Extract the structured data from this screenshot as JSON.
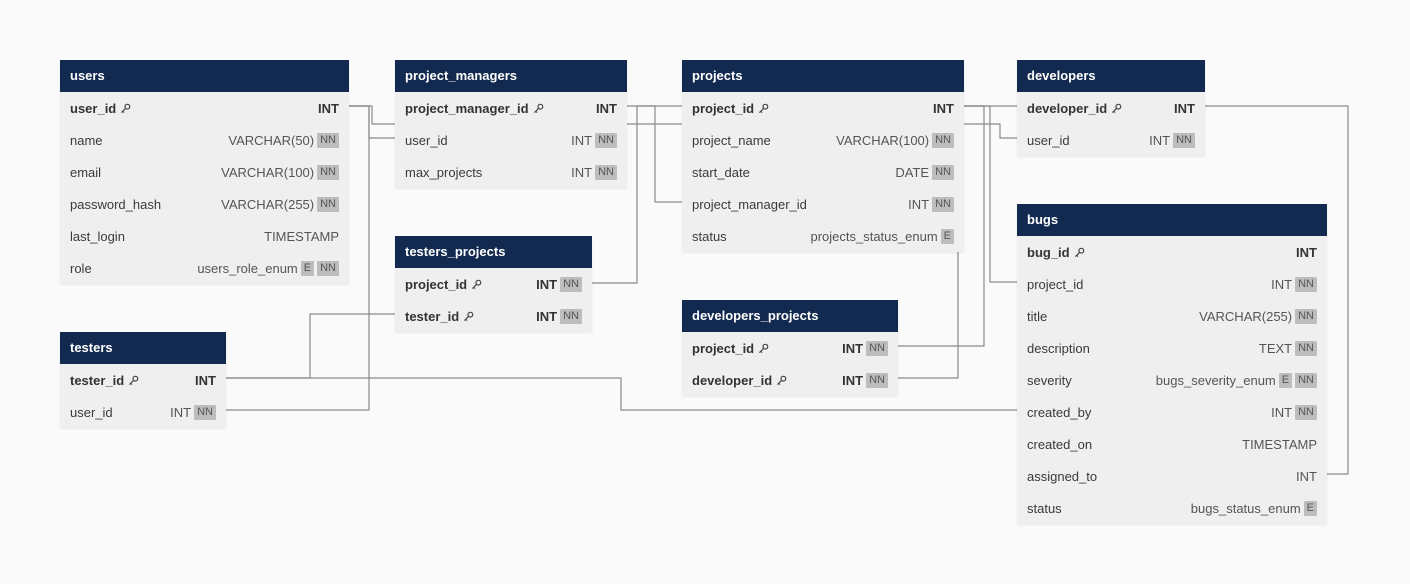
{
  "tables": [
    {
      "name": "users",
      "columns": [
        {
          "name": "user_id",
          "type": "INT",
          "pk": true,
          "badges": []
        },
        {
          "name": "name",
          "type": "VARCHAR(50)",
          "pk": false,
          "badges": [
            "NN"
          ]
        },
        {
          "name": "email",
          "type": "VARCHAR(100)",
          "pk": false,
          "badges": [
            "NN"
          ]
        },
        {
          "name": "password_hash",
          "type": "VARCHAR(255)",
          "pk": false,
          "badges": [
            "NN"
          ]
        },
        {
          "name": "last_login",
          "type": "TIMESTAMP",
          "pk": false,
          "badges": []
        },
        {
          "name": "role",
          "type": "users_role_enum",
          "pk": false,
          "badges": [
            "E",
            "NN"
          ]
        }
      ]
    },
    {
      "name": "project_managers",
      "columns": [
        {
          "name": "project_manager_id",
          "type": "INT",
          "pk": true,
          "badges": []
        },
        {
          "name": "user_id",
          "type": "INT",
          "pk": false,
          "badges": [
            "NN"
          ]
        },
        {
          "name": "max_projects",
          "type": "INT",
          "pk": false,
          "badges": [
            "NN"
          ]
        }
      ]
    },
    {
      "name": "projects",
      "columns": [
        {
          "name": "project_id",
          "type": "INT",
          "pk": true,
          "badges": []
        },
        {
          "name": "project_name",
          "type": "VARCHAR(100)",
          "pk": false,
          "badges": [
            "NN"
          ]
        },
        {
          "name": "start_date",
          "type": "DATE",
          "pk": false,
          "badges": [
            "NN"
          ]
        },
        {
          "name": "project_manager_id",
          "type": "INT",
          "pk": false,
          "badges": [
            "NN"
          ]
        },
        {
          "name": "status",
          "type": "projects_status_enum",
          "pk": false,
          "badges": [
            "E"
          ]
        }
      ]
    },
    {
      "name": "developers",
      "columns": [
        {
          "name": "developer_id",
          "type": "INT",
          "pk": true,
          "badges": []
        },
        {
          "name": "user_id",
          "type": "INT",
          "pk": false,
          "badges": [
            "NN"
          ]
        }
      ]
    },
    {
      "name": "testers_projects",
      "columns": [
        {
          "name": "project_id",
          "type": "INT",
          "pk": true,
          "badges": [
            "NN"
          ]
        },
        {
          "name": "tester_id",
          "type": "INT",
          "pk": true,
          "badges": [
            "NN"
          ]
        }
      ]
    },
    {
      "name": "testers",
      "columns": [
        {
          "name": "tester_id",
          "type": "INT",
          "pk": true,
          "badges": []
        },
        {
          "name": "user_id",
          "type": "INT",
          "pk": false,
          "badges": [
            "NN"
          ]
        }
      ]
    },
    {
      "name": "developers_projects",
      "columns": [
        {
          "name": "project_id",
          "type": "INT",
          "pk": true,
          "badges": [
            "NN"
          ]
        },
        {
          "name": "developer_id",
          "type": "INT",
          "pk": true,
          "badges": [
            "NN"
          ]
        }
      ]
    },
    {
      "name": "bugs",
      "columns": [
        {
          "name": "bug_id",
          "type": "INT",
          "pk": true,
          "badges": []
        },
        {
          "name": "project_id",
          "type": "INT",
          "pk": false,
          "badges": [
            "NN"
          ]
        },
        {
          "name": "title",
          "type": "VARCHAR(255)",
          "pk": false,
          "badges": [
            "NN"
          ]
        },
        {
          "name": "description",
          "type": "TEXT",
          "pk": false,
          "badges": [
            "NN"
          ]
        },
        {
          "name": "severity",
          "type": "bugs_severity_enum",
          "pk": false,
          "badges": [
            "E",
            "NN"
          ]
        },
        {
          "name": "created_by",
          "type": "INT",
          "pk": false,
          "badges": [
            "NN"
          ]
        },
        {
          "name": "created_on",
          "type": "TIMESTAMP",
          "pk": false,
          "badges": []
        },
        {
          "name": "assigned_to",
          "type": "INT",
          "pk": false,
          "badges": []
        },
        {
          "name": "status",
          "type": "bugs_status_enum",
          "pk": false,
          "badges": [
            "E"
          ]
        }
      ]
    }
  ],
  "relationships": [
    {
      "from": "users.user_id",
      "to": "project_managers.user_id"
    },
    {
      "from": "users.user_id",
      "to": "testers.user_id"
    },
    {
      "from": "project_managers.project_manager_id",
      "to": "projects.project_manager_id"
    },
    {
      "from": "projects.project_id",
      "to": "testers_projects.project_id"
    },
    {
      "from": "testers.tester_id",
      "to": "testers_projects.tester_id"
    },
    {
      "from": "projects.project_id",
      "to": "developers_projects.project_id"
    },
    {
      "from": "developers.developer_id",
      "to": "developers_projects.developer_id"
    },
    {
      "from": "projects.project_id",
      "to": "bugs.project_id"
    },
    {
      "from": "users.user_id",
      "to": "developers.user_id"
    },
    {
      "from": "testers.tester_id",
      "to": "bugs.created_by"
    },
    {
      "from": "developers.developer_id",
      "to": "bugs.assigned_to"
    }
  ],
  "colors": {
    "header_bg": "#132a50",
    "header_text": "#ffffff",
    "body_bg": "#efefef",
    "badge_bg": "#bdbdbd",
    "line": "#8a8a8a"
  }
}
